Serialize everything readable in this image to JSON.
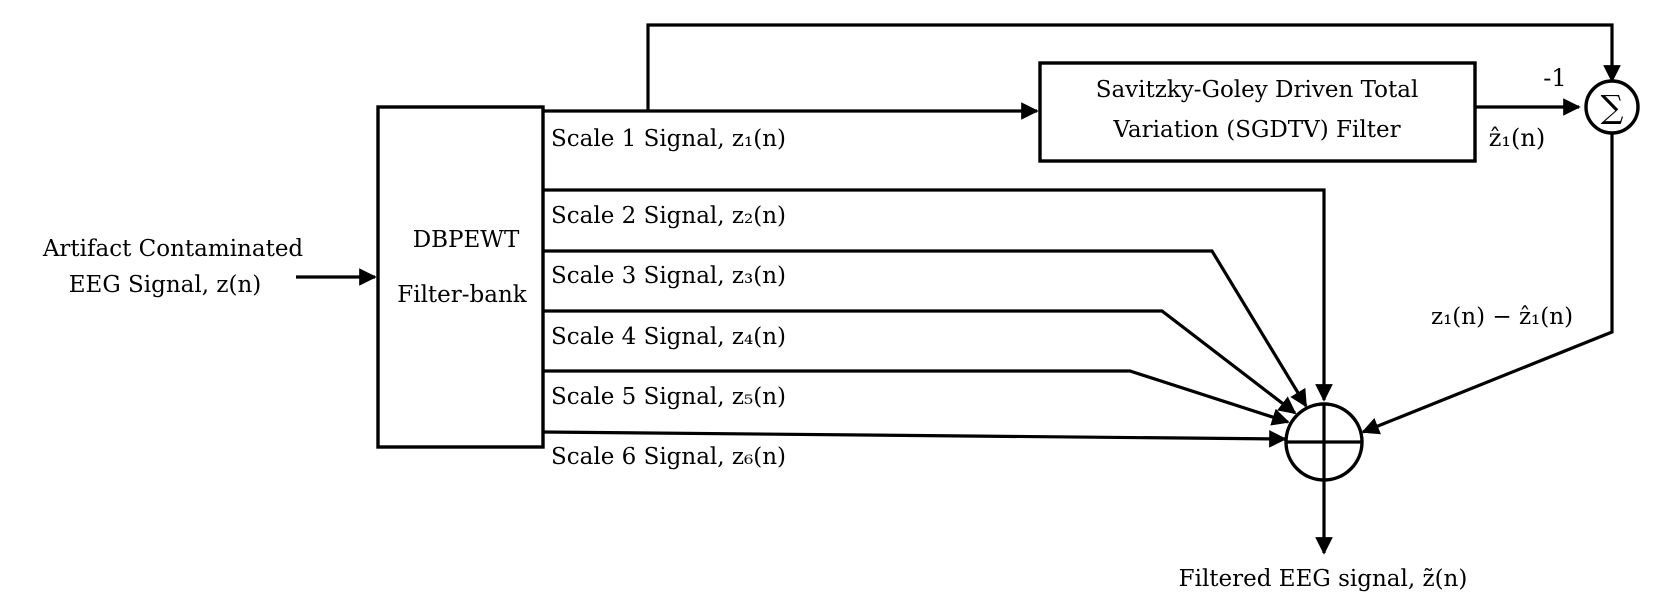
{
  "input": {
    "line1": "Artifact Contaminated",
    "line2": "EEG Signal, z(n)"
  },
  "filterbank": {
    "line1": "DBPEWT",
    "line2": "Filter-bank"
  },
  "sgdtv": {
    "line1": "Savitzky-Goley Driven Total",
    "line2": "Variation (SGDTV) Filter"
  },
  "scales": [
    "Scale 1 Signal, z₁(n)",
    "Scale 2 Signal, z₂(n)",
    "Scale 3 Signal, z₃(n)",
    "Scale 4 Signal, z₄(n)",
    "Scale 5 Signal, z₅(n)",
    "Scale 6 Signal, z₆(n)"
  ],
  "sgdtv_output": "ẑ₁(n)",
  "minus_one": "-1",
  "summation_symbol": "∑",
  "difference": "z₁(n) − ẑ₁(n)",
  "output": "Filtered EEG signal, z̃(n)"
}
